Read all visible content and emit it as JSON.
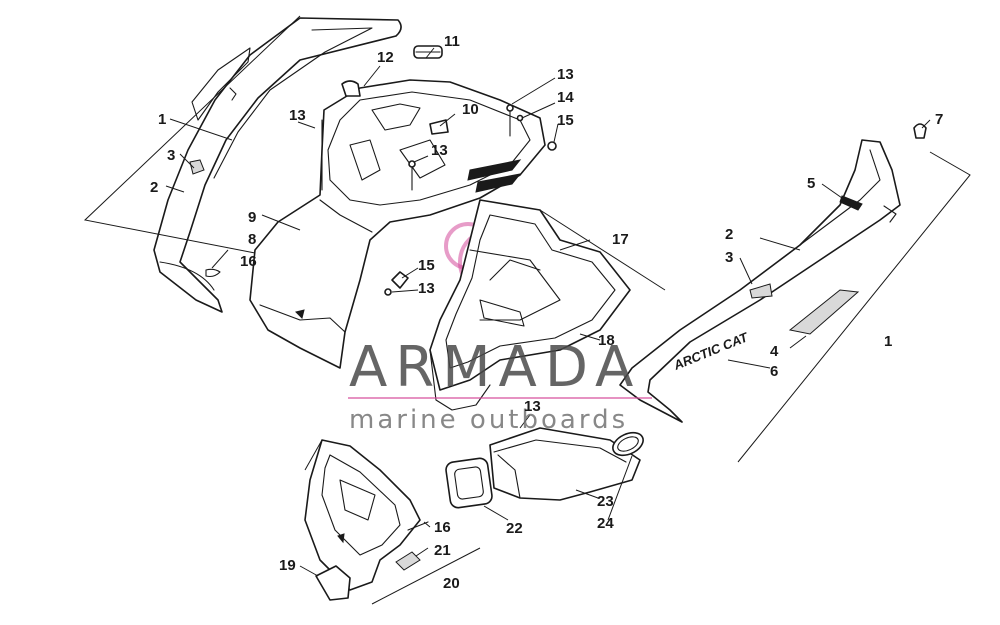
{
  "brand_decal": "ARCTIC CAT",
  "watermark": {
    "title": "ARMADA",
    "subtitle": "marine outboards",
    "accent_color": "#d44a9a"
  },
  "callouts": {
    "c1_left": "1",
    "c1_right": "1",
    "c2_left": "2",
    "c2_right": "2",
    "c3_left": "3",
    "c3_right": "3",
    "c4": "4",
    "c5": "5",
    "c6": "6",
    "c7": "7",
    "c8": "8",
    "c9": "9",
    "c10": "10",
    "c11": "11",
    "c12": "12",
    "c13_a": "13",
    "c13_b": "13",
    "c13_c": "13",
    "c13_d": "13",
    "c13_e": "13",
    "c14": "14",
    "c15_a": "15",
    "c15_b": "15",
    "c16_a": "16",
    "c16_b": "16",
    "c17": "17",
    "c18": "18",
    "c19": "19",
    "c20": "20",
    "c21": "21",
    "c22": "22",
    "c23": "23",
    "c24": "24"
  }
}
